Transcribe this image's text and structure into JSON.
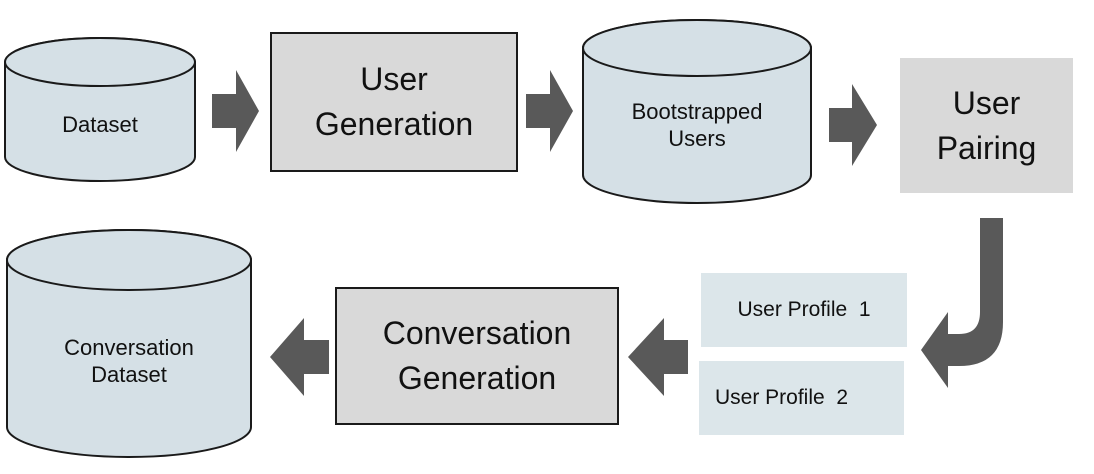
{
  "diagram": {
    "nodes": {
      "dataset": "Dataset",
      "user_generation": "User\nGeneration",
      "bootstrapped_users": "Bootstrapped\nUsers",
      "user_pairing": "User\nPairing",
      "user_profile_1": "User Profile  1",
      "user_profile_2": "User Profile  2",
      "conversation_generation": "Conversation\nGeneration",
      "conversation_dataset": "Conversation\nDataset"
    },
    "colors": {
      "cylinder_fill": "#d5e0e6",
      "process_fill": "#d9d9d9",
      "pairing_fill": "#d9d9d9",
      "profile_fill": "#dce6ea",
      "arrow": "#595959",
      "stroke": "#1a1a1a"
    }
  }
}
